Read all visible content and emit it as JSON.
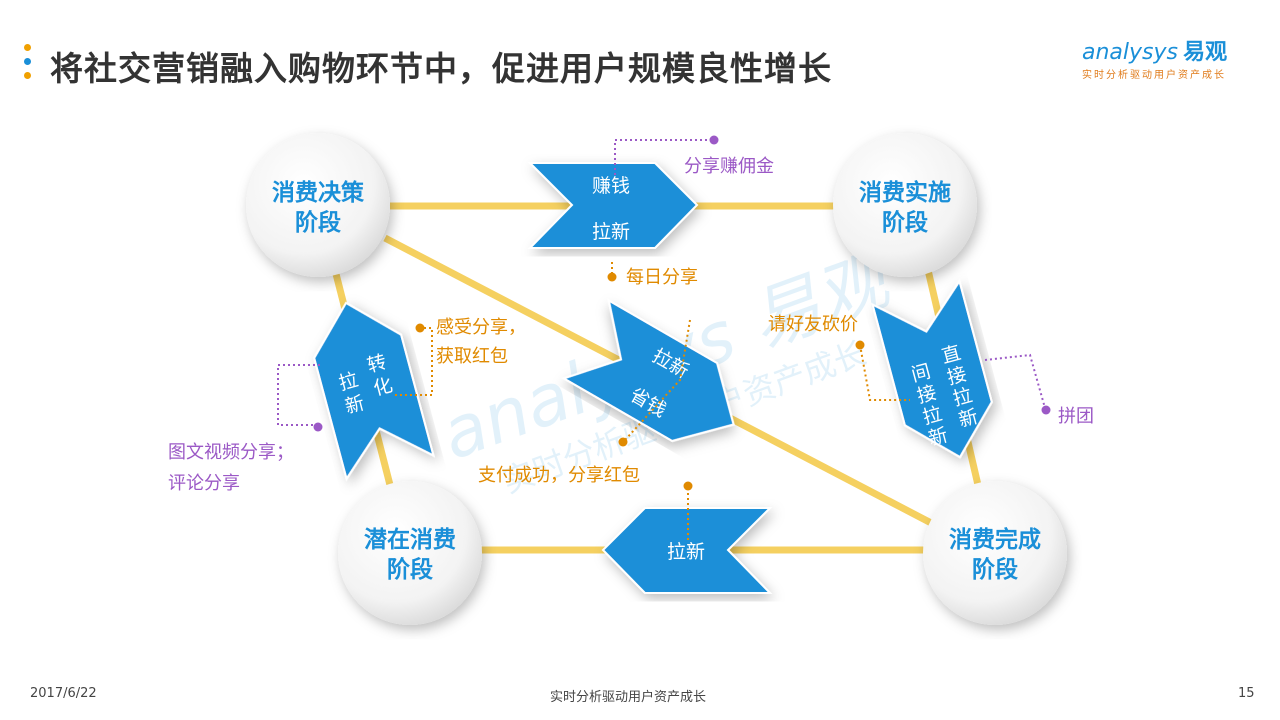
{
  "title": "将社交营销融入购物环节中，促进用户规模良性增长",
  "logo": {
    "en": "analysys",
    "cn": "易观",
    "sub": "实时分析驱动用户资产成长"
  },
  "stages": [
    "消费决策",
    "阶段",
    "消费实施",
    "阶段",
    "潜在消费",
    "阶段",
    "消费完成",
    "阶段"
  ],
  "arrows": {
    "top": [
      "赚钱",
      "拉新"
    ],
    "bottom": [
      "拉新"
    ],
    "left": [
      "转",
      "化",
      "拉",
      "新"
    ],
    "middle": [
      "拉新",
      "省钱"
    ],
    "right_a": [
      "直",
      "接",
      "拉",
      "新"
    ],
    "right_b": [
      "间",
      "接",
      "拉",
      "新"
    ]
  },
  "notes": {
    "share_commission": "分享赚佣金",
    "daily_share": "每日分享",
    "feel_share": "感受分享，",
    "get_redpack": "获取红包",
    "friend_bargain": "请好友砍价",
    "group_buy": "拼团",
    "media_share": "图文视频分享；",
    "comment_share": "评论分享",
    "pay_share": "支付成功，分享红包"
  },
  "watermark": [
    "analysys 易观",
    "实时分析驱动用户资产成长"
  ],
  "footer": {
    "date": "2017/6/22",
    "center": "实时分析驱动用户资产成长",
    "page": "15"
  },
  "colors": {
    "blue": "#1a8fd8",
    "yellow": "#f5d060",
    "orange": "#e08a00",
    "purple": "#9b59c6"
  }
}
